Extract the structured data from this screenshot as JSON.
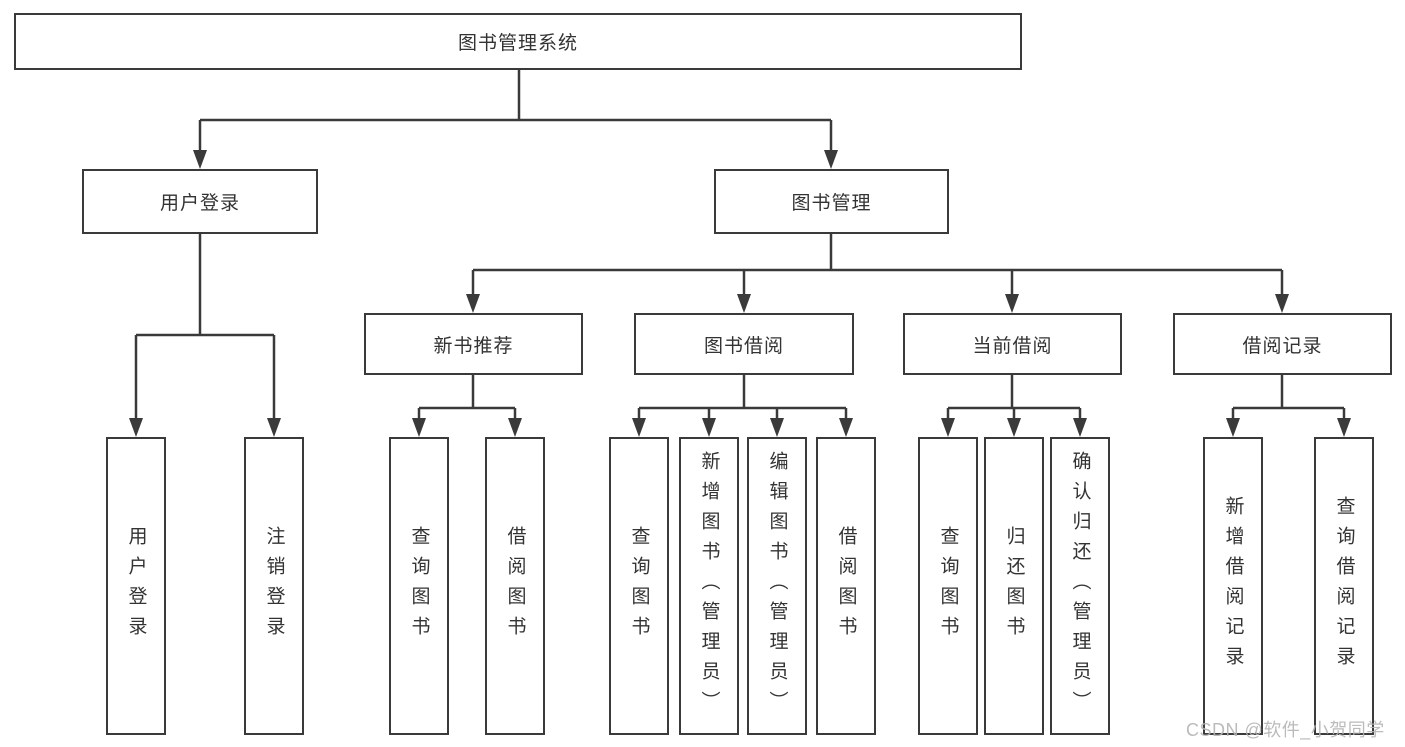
{
  "nodes": {
    "root": {
      "label": "图书管理系统"
    },
    "level2": [
      {
        "label": "用户登录"
      },
      {
        "label": "图书管理"
      }
    ],
    "level3": [
      {
        "label": "新书推荐"
      },
      {
        "label": "图书借阅"
      },
      {
        "label": "当前借阅"
      },
      {
        "label": "借阅记录"
      }
    ],
    "leaves": [
      {
        "label": "用户登录"
      },
      {
        "label": "注销登录"
      },
      {
        "label": "查询图书"
      },
      {
        "label": "借阅图书"
      },
      {
        "label": "查询图书"
      },
      {
        "label": "新增图书（管理员）"
      },
      {
        "label": "编辑图书（管理员）"
      },
      {
        "label": "借阅图书"
      },
      {
        "label": "查询图书"
      },
      {
        "label": "归还图书"
      },
      {
        "label": "确认归还（管理员）"
      },
      {
        "label": "新增借阅记录"
      },
      {
        "label": "查询借阅记录"
      }
    ]
  },
  "watermark": {
    "text": "CSDN @软件_小贺同学",
    "color": "#b4b4b4"
  },
  "colors": {
    "line": "#3a3a3a",
    "text": "#333333",
    "box_fill": "#ffffff",
    "background": "#ffffff"
  }
}
